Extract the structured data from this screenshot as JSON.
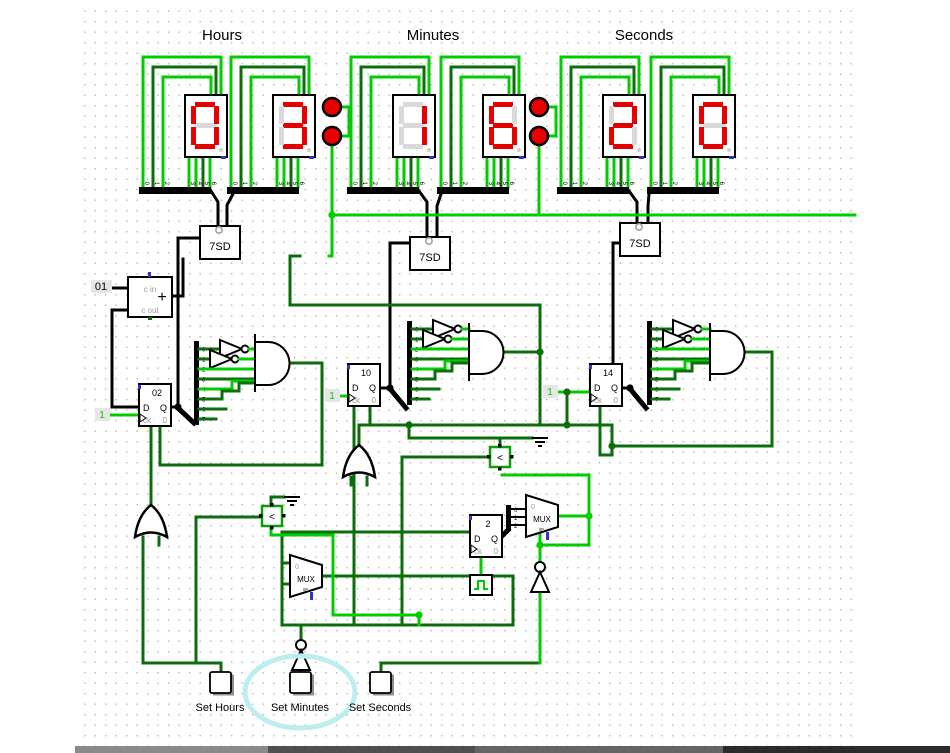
{
  "titles": {
    "hours": "Hours",
    "minutes": "Minutes",
    "seconds": "Seconds"
  },
  "displays": {
    "digits": [
      "0",
      "3",
      "1",
      "6",
      "2",
      "0"
    ],
    "pin_labels": [
      "0",
      "1",
      "2",
      "3",
      "4",
      "5",
      "6"
    ]
  },
  "decoders": {
    "label": "7SD"
  },
  "adder": {
    "input_label": "01",
    "cin": "c in",
    "plus": "+",
    "cout": "c out"
  },
  "registers": {
    "values": [
      "02",
      "10",
      "14",
      "2"
    ],
    "d": "D",
    "q": "Q",
    "ck": "ck",
    "reset": "0"
  },
  "constants": {
    "one": "1"
  },
  "fans": {
    "pin_labels": [
      "0",
      "1",
      "2",
      "3",
      "4",
      "5",
      "6",
      "7"
    ]
  },
  "small_fan": {
    "pin_labels": [
      "0",
      "1",
      "2"
    ]
  },
  "mux": {
    "label": "MUX",
    "zero": "0"
  },
  "comparators": {
    "label": "<"
  },
  "buttons": [
    {
      "label": "Set Hours"
    },
    {
      "label": "Set Minutes"
    },
    {
      "label": "Set Seconds"
    }
  ],
  "colors": {
    "wire_on": "#00CC00",
    "wire_off": "#0B6E0B",
    "bus": "#000000",
    "segment_lit": "#E60000",
    "segment_unlit": "#D9D9D9",
    "colon_dot": "#E60000",
    "highlight": "#BDEDEE",
    "label_bg": "#E6E6E6",
    "pin_floating": "#3333CC"
  }
}
